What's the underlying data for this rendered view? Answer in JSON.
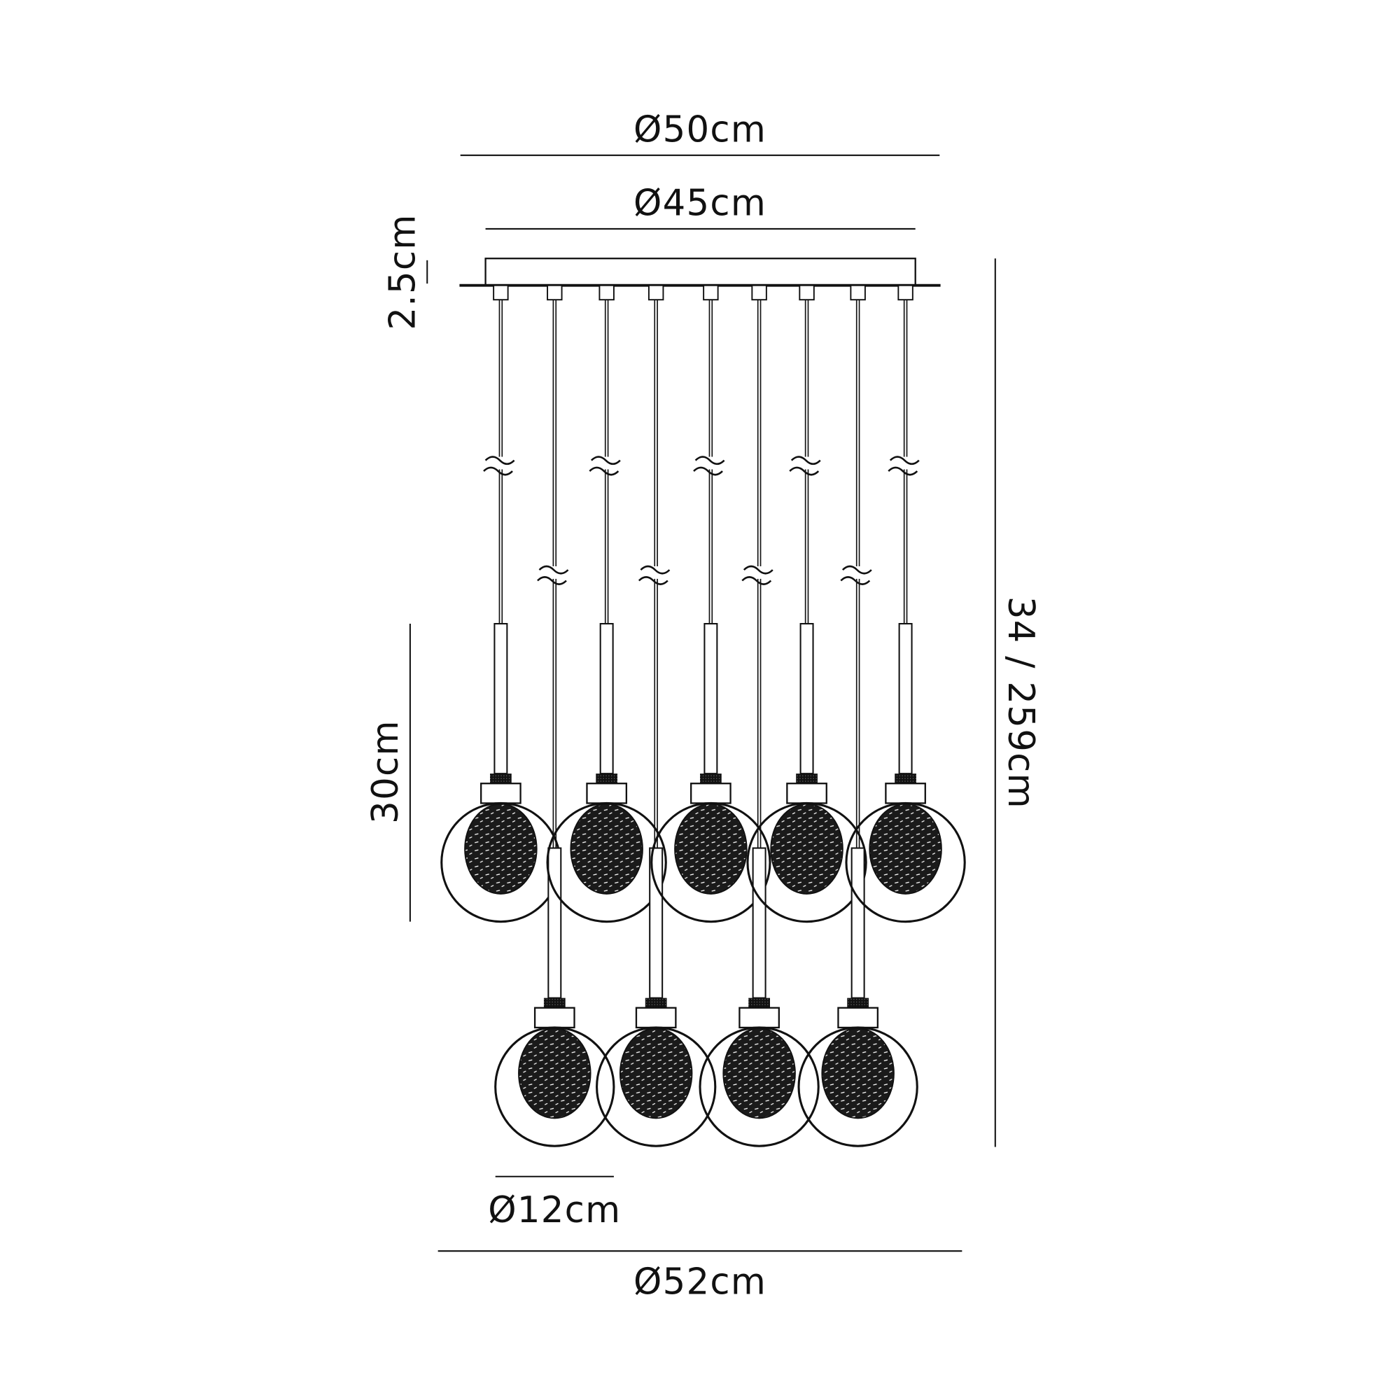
{
  "title": "Pendant light dimension drawing",
  "dimensions": {
    "outer_canopy": "Ø50cm",
    "canopy_plate": "Ø45cm",
    "canopy_height": "2.5cm",
    "overall_height": "34 / 259cm",
    "pendant_drop": "30cm",
    "globe_diameter": "Ø12cm",
    "overall_width": "Ø52cm"
  },
  "pendant_count": 9,
  "colors": {
    "line": "#111111",
    "background": "#ffffff"
  }
}
